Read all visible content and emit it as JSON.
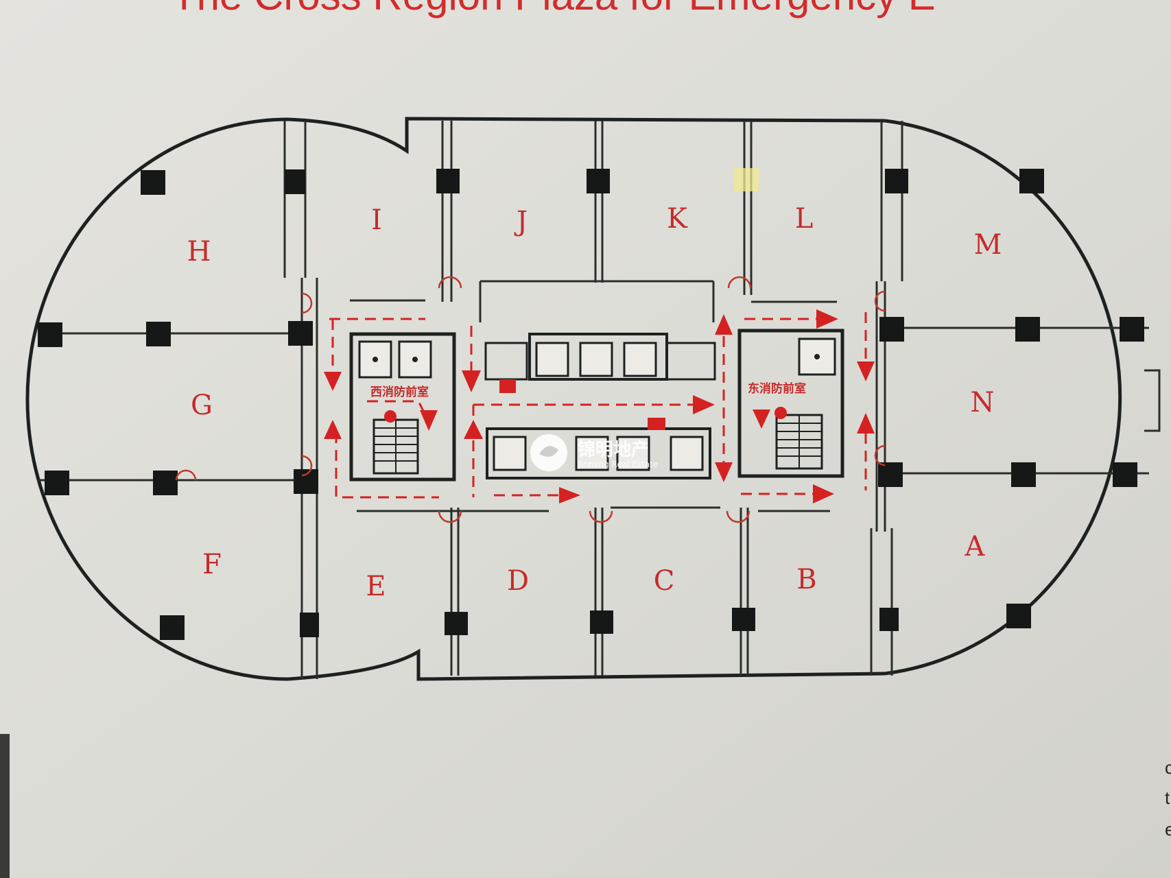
{
  "sign": {
    "title_partial": "The Cross Region Plaza for Emergency E",
    "colors": {
      "route": "#d42222",
      "wall": "#1d211f",
      "label": "#c62a2a"
    }
  },
  "units": [
    {
      "id": "H",
      "label": "H"
    },
    {
      "id": "I",
      "label": "I"
    },
    {
      "id": "J",
      "label": "J"
    },
    {
      "id": "K",
      "label": "K"
    },
    {
      "id": "L",
      "label": "L"
    },
    {
      "id": "M",
      "label": "M"
    },
    {
      "id": "G",
      "label": "G"
    },
    {
      "id": "N",
      "label": "N"
    },
    {
      "id": "F",
      "label": "F"
    },
    {
      "id": "E",
      "label": "E"
    },
    {
      "id": "D",
      "label": "D"
    },
    {
      "id": "C",
      "label": "C"
    },
    {
      "id": "B",
      "label": "B"
    },
    {
      "id": "A",
      "label": "A"
    }
  ],
  "rooms": {
    "west_fire_lobby": "西消防前室",
    "east_fire_lobby": "东消防前室"
  },
  "watermark": {
    "cn": "锦明地产",
    "en": "Jinming Real Estate",
    "logo_icon": "jinming-logo-icon"
  },
  "edge_letters": [
    "c",
    "t",
    "e"
  ]
}
